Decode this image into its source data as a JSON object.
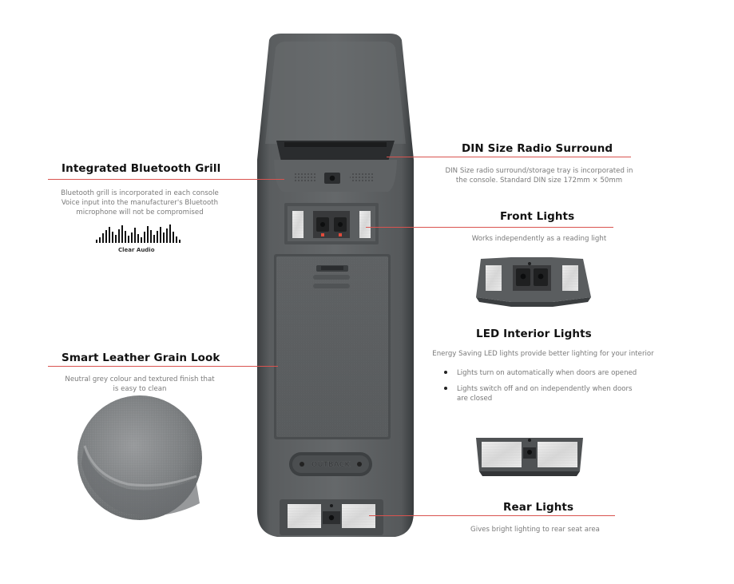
{
  "features": {
    "bluetooth": {
      "title": "Integrated Bluetooth Grill",
      "desc1": "Bluetooth grill is incorporated in each console",
      "desc2": "Voice input into the manufacturer's Bluetooth",
      "desc3": "microphone will not be compromised",
      "badge": "Clear Audio"
    },
    "din": {
      "title": "DIN Size Radio Surround",
      "desc1": "DIN Size radio surround/storage tray is incorporated in",
      "desc2": "the console. Standard DIN size 172mm × 50mm"
    },
    "front": {
      "title": "Front Lights",
      "desc1": "Works independently as a reading light"
    },
    "led": {
      "title": "LED Interior Lights",
      "desc1": "Energy Saving LED lights provide better lighting for your interior",
      "bullets": [
        "Lights turn on automatically when doors are opened",
        "Lights switch off and on independently when doors",
        "are closed"
      ]
    },
    "leather": {
      "title": "Smart Leather Grain Look",
      "desc1": "Neutral grey colour and textured finish that",
      "desc2": "is easy to clean"
    },
    "rear": {
      "title": "Rear Lights",
      "desc1": "Gives bright lighting to rear seat area"
    }
  },
  "console": {
    "logo": "OUTBACK"
  },
  "colors": {
    "accent": "#d9534f",
    "console": "#5c5f61"
  }
}
